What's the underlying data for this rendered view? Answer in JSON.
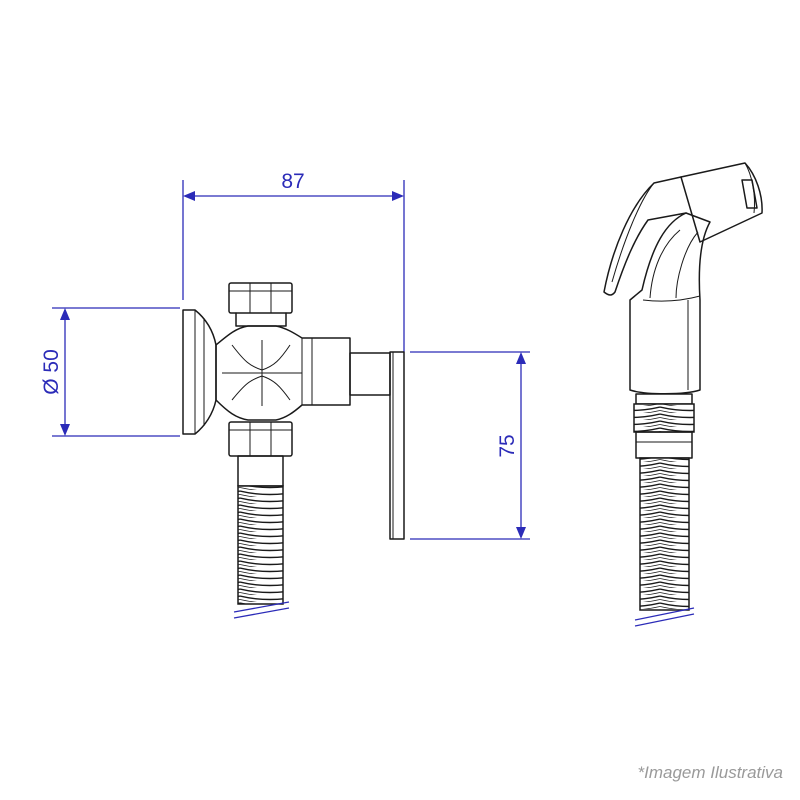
{
  "dimensions": {
    "width_label": "87",
    "diameter_label": "Ø 50",
    "height_label": "75"
  },
  "caption": "*Imagem Ilustrativa",
  "colors": {
    "dimension": "#2b2bb8",
    "drawing": "#1a1a1a",
    "caption": "#9a9a9a"
  }
}
